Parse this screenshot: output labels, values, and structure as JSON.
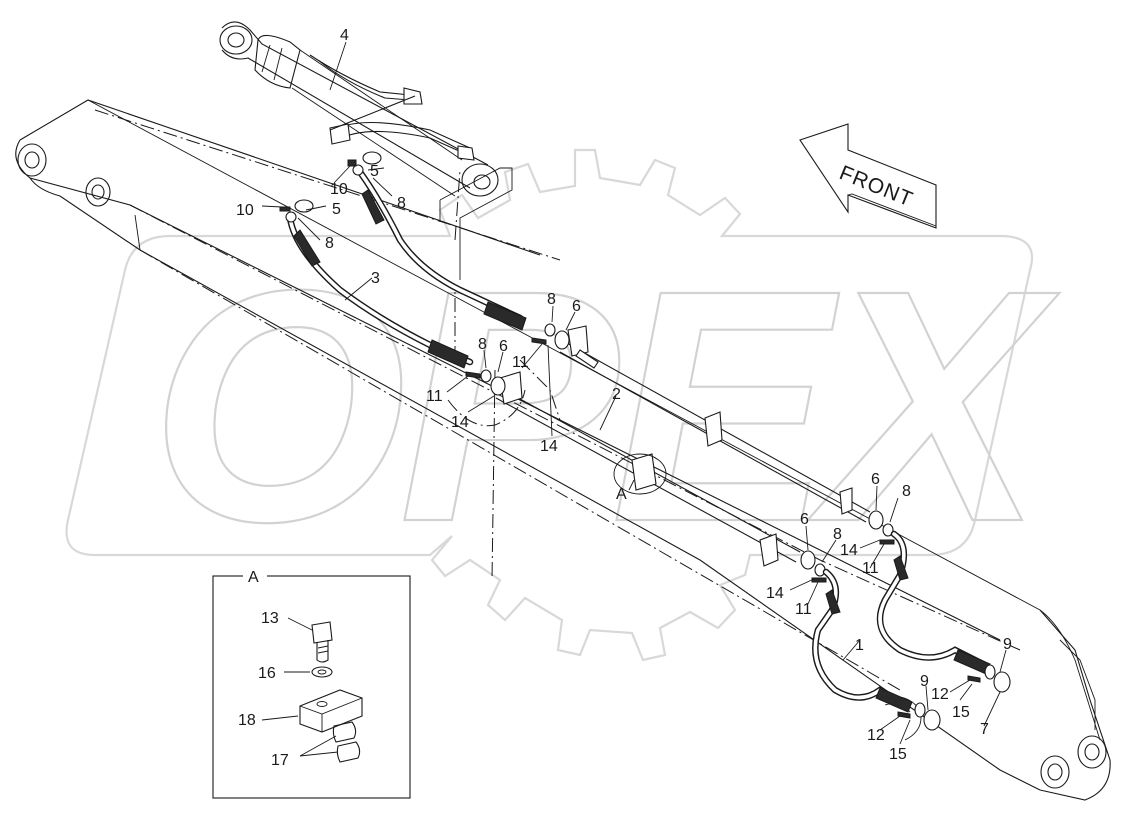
{
  "diagram": {
    "front_label": "FRONT",
    "detail_label": "A",
    "detail_box_label": "A",
    "watermark": "OPEX",
    "callouts": [
      {
        "id": "c4",
        "text": "4"
      },
      {
        "id": "c5a",
        "text": "5"
      },
      {
        "id": "c8a",
        "text": "8"
      },
      {
        "id": "c10a",
        "text": "10"
      },
      {
        "id": "c10b",
        "text": "10"
      },
      {
        "id": "c5b",
        "text": "5"
      },
      {
        "id": "c8b",
        "text": "8"
      },
      {
        "id": "c3",
        "text": "3"
      },
      {
        "id": "c8c",
        "text": "8"
      },
      {
        "id": "c6a",
        "text": "6"
      },
      {
        "id": "c8d",
        "text": "8"
      },
      {
        "id": "c6b",
        "text": "6"
      },
      {
        "id": "c11a",
        "text": "11"
      },
      {
        "id": "c11b",
        "text": "11"
      },
      {
        "id": "c14a",
        "text": "14"
      },
      {
        "id": "c14b",
        "text": "14"
      },
      {
        "id": "c2",
        "text": "2"
      },
      {
        "id": "c6c",
        "text": "6"
      },
      {
        "id": "c8e",
        "text": "8"
      },
      {
        "id": "c6d",
        "text": "6"
      },
      {
        "id": "c8f",
        "text": "8"
      },
      {
        "id": "c14c",
        "text": "14"
      },
      {
        "id": "c11c",
        "text": "11"
      },
      {
        "id": "c14d",
        "text": "14"
      },
      {
        "id": "c11d",
        "text": "11"
      },
      {
        "id": "c1",
        "text": "1"
      },
      {
        "id": "c9a",
        "text": "9"
      },
      {
        "id": "c12a",
        "text": "12"
      },
      {
        "id": "c9b",
        "text": "9"
      },
      {
        "id": "c15a",
        "text": "15"
      },
      {
        "id": "c7",
        "text": "7"
      },
      {
        "id": "c12b",
        "text": "12"
      },
      {
        "id": "c15b",
        "text": "15"
      },
      {
        "id": "c13",
        "text": "13"
      },
      {
        "id": "c16",
        "text": "16"
      },
      {
        "id": "c18",
        "text": "18"
      },
      {
        "id": "c17",
        "text": "17"
      }
    ]
  }
}
